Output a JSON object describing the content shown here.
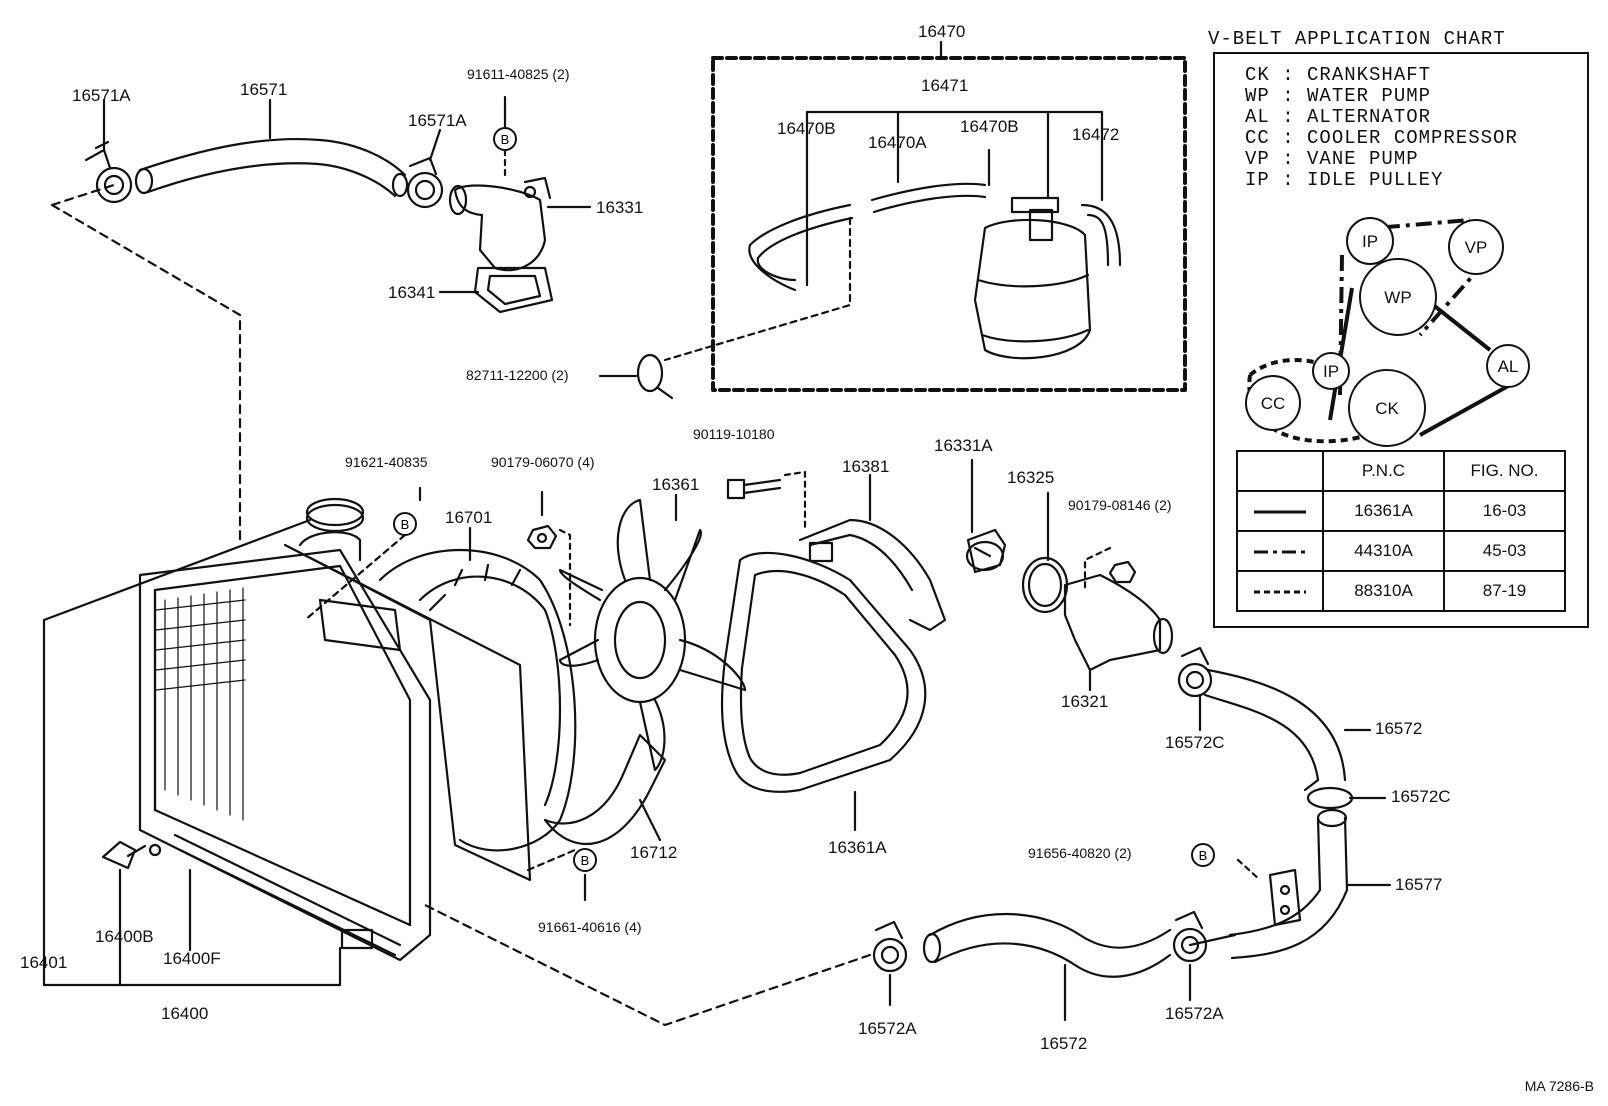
{
  "diagram": {
    "labels": [
      {
        "key": "16571A_l",
        "text": "16571A"
      },
      {
        "key": "16571",
        "text": "16571"
      },
      {
        "key": "16571A_r",
        "text": "16571A"
      },
      {
        "key": "91611",
        "text": "91611-40825 (2)"
      },
      {
        "key": "16331",
        "text": "16331"
      },
      {
        "key": "16341",
        "text": "16341"
      },
      {
        "key": "16470",
        "text": "16470"
      },
      {
        "key": "16471",
        "text": "16471"
      },
      {
        "key": "16470B_l",
        "text": "16470B"
      },
      {
        "key": "16470A",
        "text": "16470A"
      },
      {
        "key": "16470B_r",
        "text": "16470B"
      },
      {
        "key": "16472",
        "text": "16472"
      },
      {
        "key": "82711",
        "text": "82711-12200 (2)"
      },
      {
        "key": "91621",
        "text": "91621-40835"
      },
      {
        "key": "90179_06070",
        "text": "90179-06070 (4)"
      },
      {
        "key": "90119",
        "text": "90119-10180"
      },
      {
        "key": "16701",
        "text": "16701"
      },
      {
        "key": "16361",
        "text": "16361"
      },
      {
        "key": "16381",
        "text": "16381"
      },
      {
        "key": "16331A",
        "text": "16331A"
      },
      {
        "key": "16325",
        "text": "16325"
      },
      {
        "key": "90179_08146",
        "text": "90179-08146 (2)"
      },
      {
        "key": "16321",
        "text": "16321"
      },
      {
        "key": "16572C_l",
        "text": "16572C"
      },
      {
        "key": "16572_r",
        "text": "16572"
      },
      {
        "key": "16572C_r",
        "text": "16572C"
      },
      {
        "key": "91656",
        "text": "91656-40820 (2)"
      },
      {
        "key": "16577",
        "text": "16577"
      },
      {
        "key": "16712",
        "text": "16712"
      },
      {
        "key": "16361A",
        "text": "16361A"
      },
      {
        "key": "91661",
        "text": "91661-40616 (4)"
      },
      {
        "key": "16400B",
        "text": "16400B"
      },
      {
        "key": "16400F",
        "text": "16400F"
      },
      {
        "key": "16401",
        "text": "16401"
      },
      {
        "key": "16400",
        "text": "16400"
      },
      {
        "key": "16572A_l",
        "text": "16572A"
      },
      {
        "key": "16572_b",
        "text": "16572"
      },
      {
        "key": "16572A_r",
        "text": "16572A"
      }
    ],
    "b_marker": "B",
    "drawing_code": "MA  7286-B"
  },
  "vbelt": {
    "title": "V-BELT APPLICATION CHART",
    "legend": [
      "CK : CRANKSHAFT",
      "WP : WATER PUMP",
      "AL : ALTERNATOR",
      "CC : COOLER COMPRESSOR",
      "VP : VANE PUMP",
      "IP  : IDLE PULLEY"
    ],
    "pulleys": [
      "IP",
      "VP",
      "WP",
      "IP",
      "AL",
      "CC",
      "CK"
    ],
    "table": {
      "headers": [
        "",
        "P.N.C",
        "FIG. NO."
      ],
      "rows": [
        {
          "line": "solid",
          "pnc": "16361A",
          "fig": "16-03"
        },
        {
          "line": "dash-dot",
          "pnc": "44310A",
          "fig": "45-03"
        },
        {
          "line": "dashed",
          "pnc": "88310A",
          "fig": "87-19"
        }
      ]
    }
  }
}
